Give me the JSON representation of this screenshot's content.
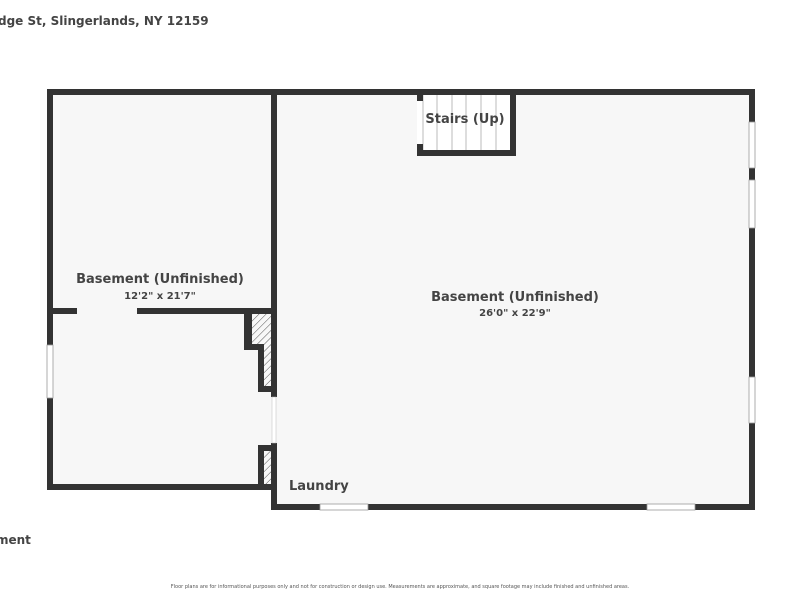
{
  "header": {
    "address": "dge St, Slingerlands, NY 12159"
  },
  "floor_label": "ment",
  "rooms": [
    {
      "name": "Basement (Unfinished)",
      "dims": "12'2\" x 21'7\""
    },
    {
      "name": "Basement (Unfinished)",
      "dims": "26'0\" x 22'9\""
    },
    {
      "name": "Stairs (Up)"
    },
    {
      "name": "Laundry"
    }
  ],
  "disclaimer": "Floor plans are for informational purposes only and not for construction or design use. Measurements are approximate, and square footage may include finished and unfinished areas.",
  "colors": {
    "wall": "#333333",
    "floor": "#f7f7f7",
    "text": "#444444"
  }
}
